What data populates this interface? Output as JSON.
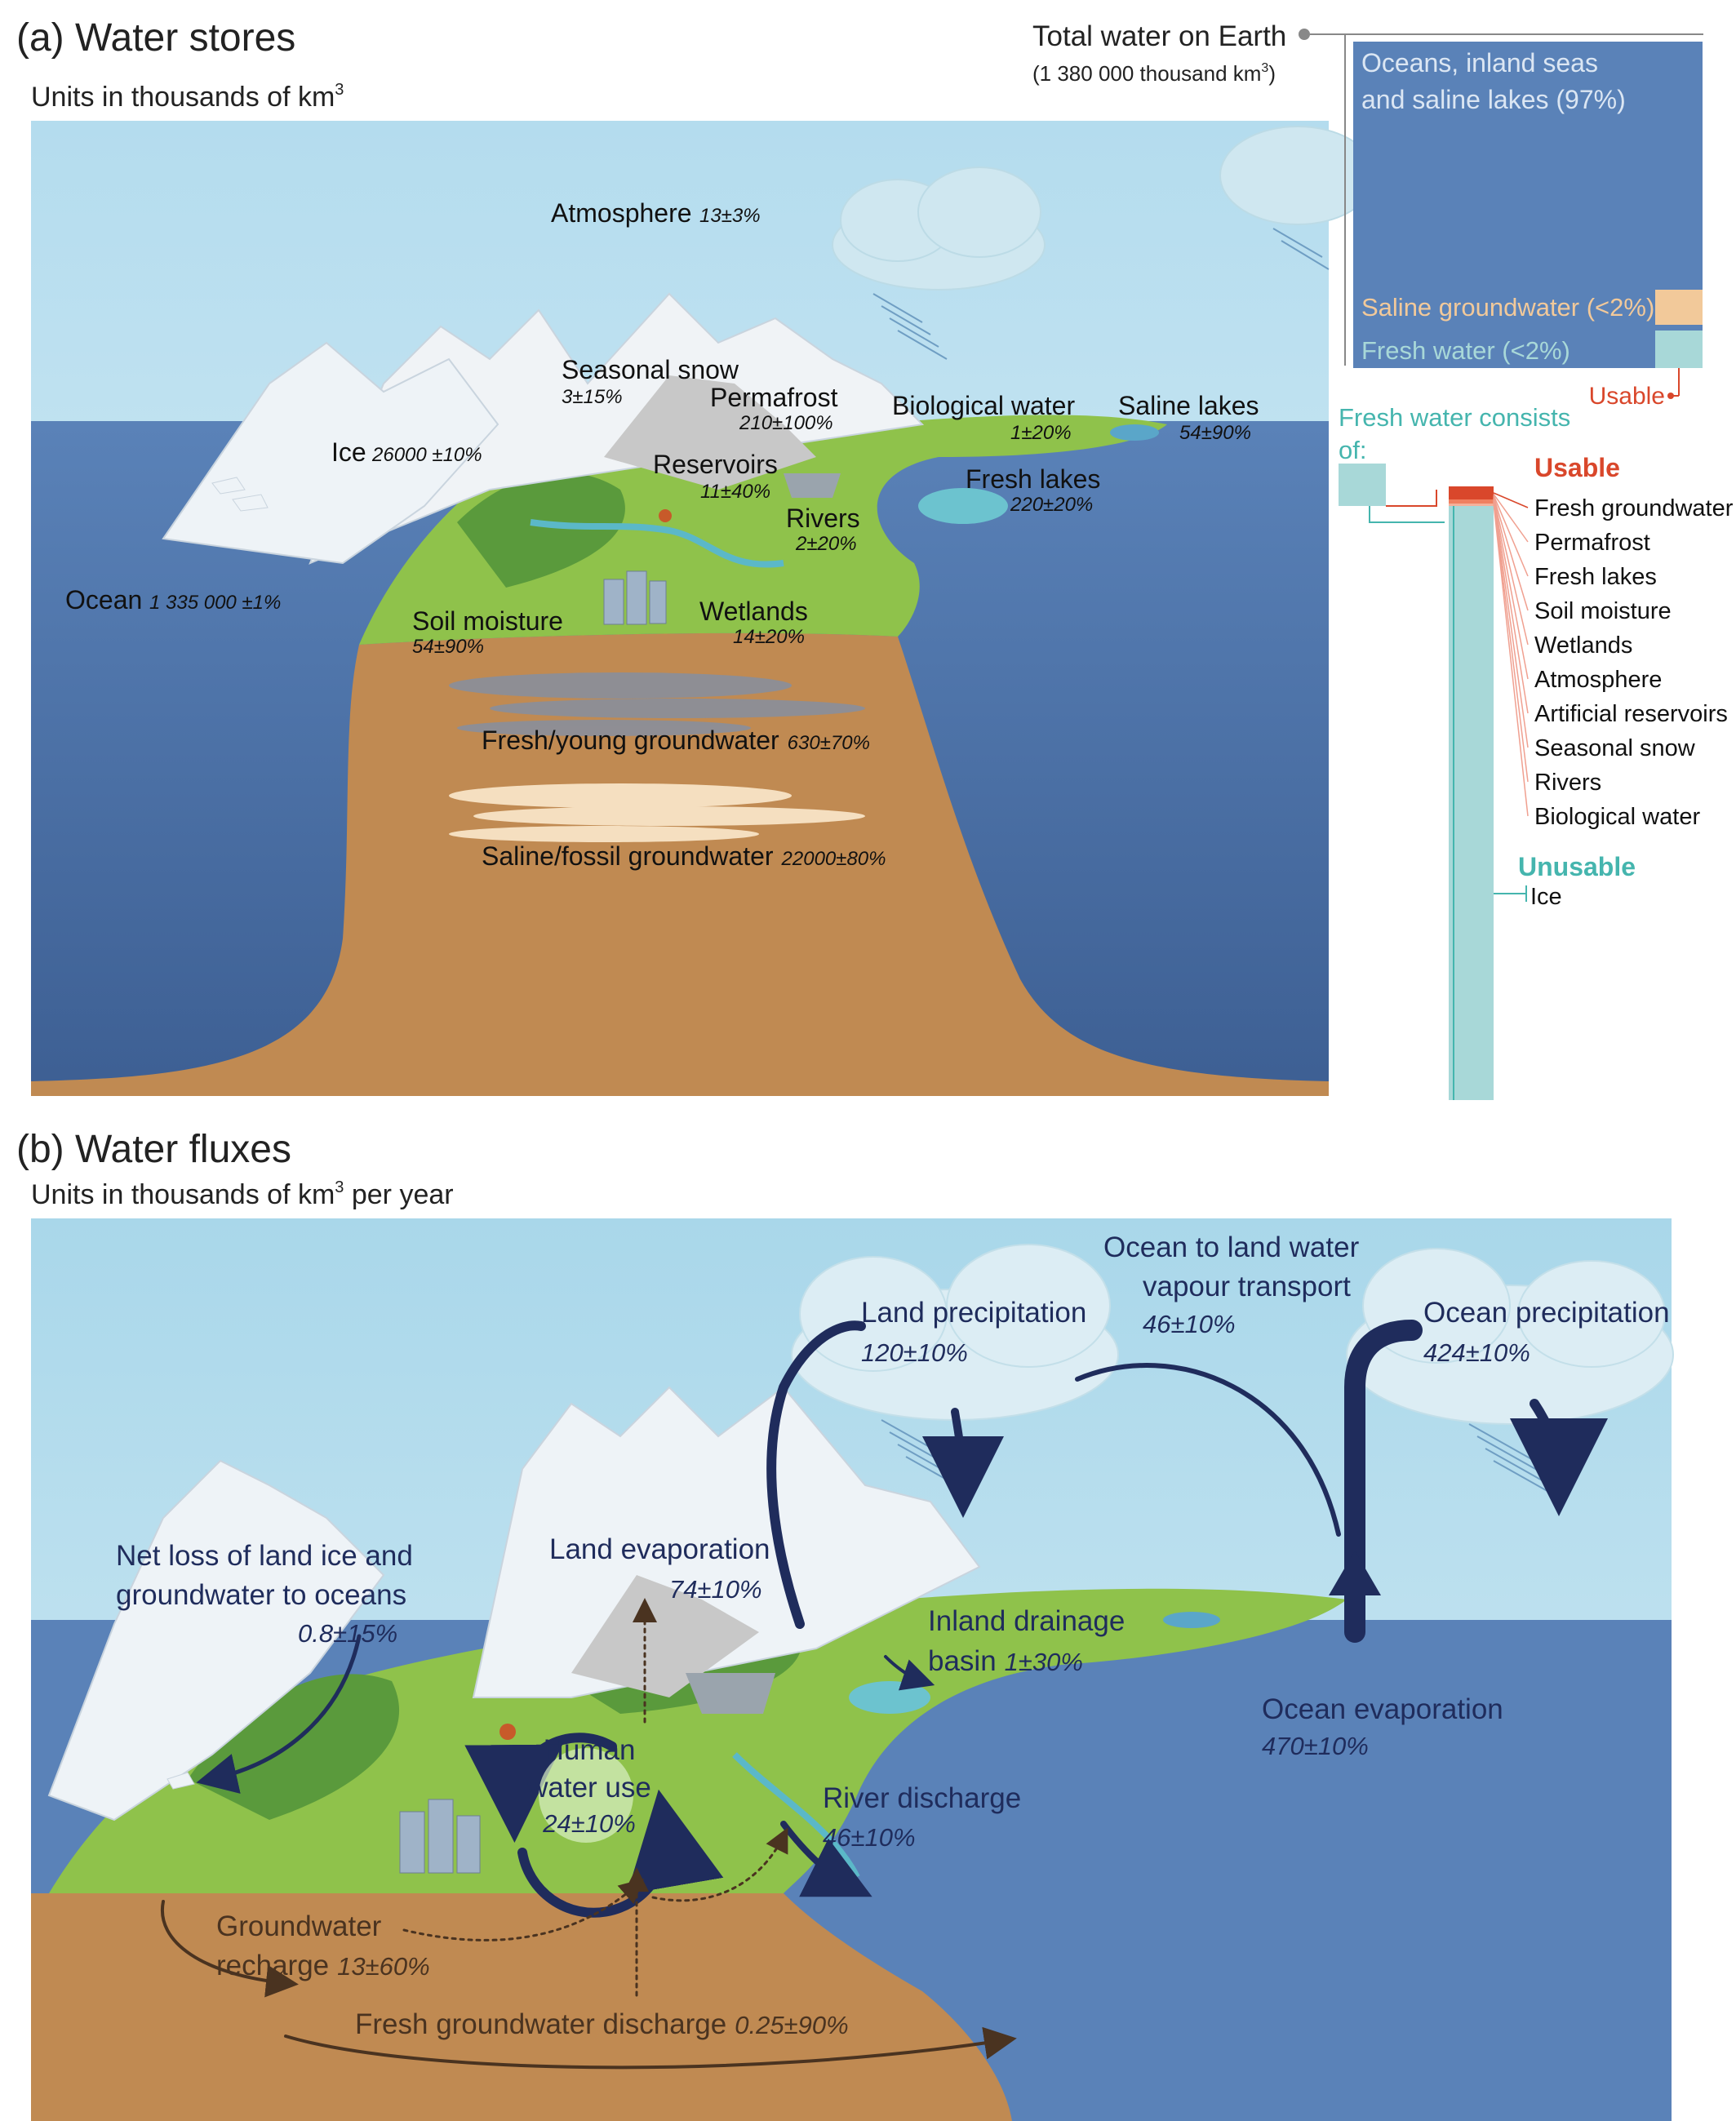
{
  "panel_a": {
    "title": "(a) Water stores",
    "units": "Units in thousands of km",
    "units_sup": "3",
    "stores": {
      "atmosphere": {
        "label": "Atmosphere",
        "value": "13±3%"
      },
      "seasonal_snow": {
        "label": "Seasonal snow",
        "value": "3±15%"
      },
      "permafrost": {
        "label": "Permafrost",
        "value": "210±100%"
      },
      "biological_water": {
        "label": "Biological water",
        "value": "1±20%"
      },
      "saline_lakes": {
        "label": "Saline lakes",
        "value": "54±90%"
      },
      "ice": {
        "label": "Ice",
        "value": "26000 ±10%"
      },
      "reservoirs": {
        "label": "Reservoirs",
        "value": "11±40%"
      },
      "fresh_lakes": {
        "label": "Fresh lakes",
        "value": "220±20%"
      },
      "rivers": {
        "label": "Rivers",
        "value": "2±20%"
      },
      "ocean": {
        "label": "Ocean",
        "value": "1 335 000 ±1%"
      },
      "soil_moisture": {
        "label": "Soil moisture",
        "value": "54±90%"
      },
      "wetlands": {
        "label": "Wetlands",
        "value": "14±20%"
      },
      "fresh_groundwater": {
        "label": "Fresh/young groundwater",
        "value": "630±70%"
      },
      "saline_groundwater": {
        "label": "Saline/fossil groundwater",
        "value": "22000±80%"
      }
    }
  },
  "total_water": {
    "title": "Total water on Earth",
    "value_prefix": "(1 380 000 thousand km",
    "value_sup": "3",
    "value_suffix": ")",
    "oceans_line1": "Oceans, inland seas",
    "oceans_line2": "and saline lakes (97%)",
    "saline_groundwater": "Saline groundwater (<2%)",
    "fresh_water": "Fresh water (<2%)",
    "usable_tag": "Usable",
    "fresh_consists_line1": "Fresh water consists",
    "fresh_consists_line2": "of:",
    "usable_heading": "Usable",
    "usable_items": [
      "Fresh groundwater",
      "Permafrost",
      "Fresh lakes",
      "Soil moisture",
      "Wetlands",
      "Atmosphere",
      "Artificial reservoirs",
      "Seasonal snow",
      "Rivers",
      "Biological water"
    ],
    "unusable_heading": "Unusable",
    "unusable_items": [
      "Ice"
    ],
    "colors": {
      "ocean": "#5a82b8",
      "saline_gw": "#f2c99a",
      "fresh": "#a8d8d8",
      "usable": "#d9472b",
      "unusable": "#45b5ae"
    }
  },
  "panel_b": {
    "title": "(b) Water fluxes",
    "units": "Units in thousands of km",
    "units_sup": "3",
    "units_suffix": " per year",
    "fluxes": {
      "ocean_to_land_line1": "Ocean to land water",
      "ocean_to_land_line2": "vapour transport",
      "ocean_to_land_value": "46±10%",
      "land_precip_label": "Land precipitation",
      "land_precip_value": "120±10%",
      "ocean_precip_label": "Ocean precipitation",
      "ocean_precip_value": "424±10%",
      "net_loss_line1": "Net loss of land ice and",
      "net_loss_line2": "groundwater to oceans",
      "net_loss_value": "0.8±15%",
      "land_evap_label": "Land evaporation",
      "land_evap_value": "74±10%",
      "inland_line1": "Inland drainage",
      "inland_line2_label": "basin",
      "inland_value": "1±30%",
      "human_line1": "Human",
      "human_line2": "water use",
      "human_value": "24±10%",
      "river_discharge_label": "River discharge",
      "river_discharge_value": "46±10%",
      "ocean_evap_label": "Ocean evaporation",
      "ocean_evap_value": "470±10%",
      "gw_recharge_line1": "Groundwater",
      "gw_recharge_line2_label": "recharge",
      "gw_recharge_value": "13±60%",
      "fresh_gw_discharge_label": "Fresh groundwater discharge",
      "fresh_gw_discharge_value": "0.25±90%"
    }
  }
}
